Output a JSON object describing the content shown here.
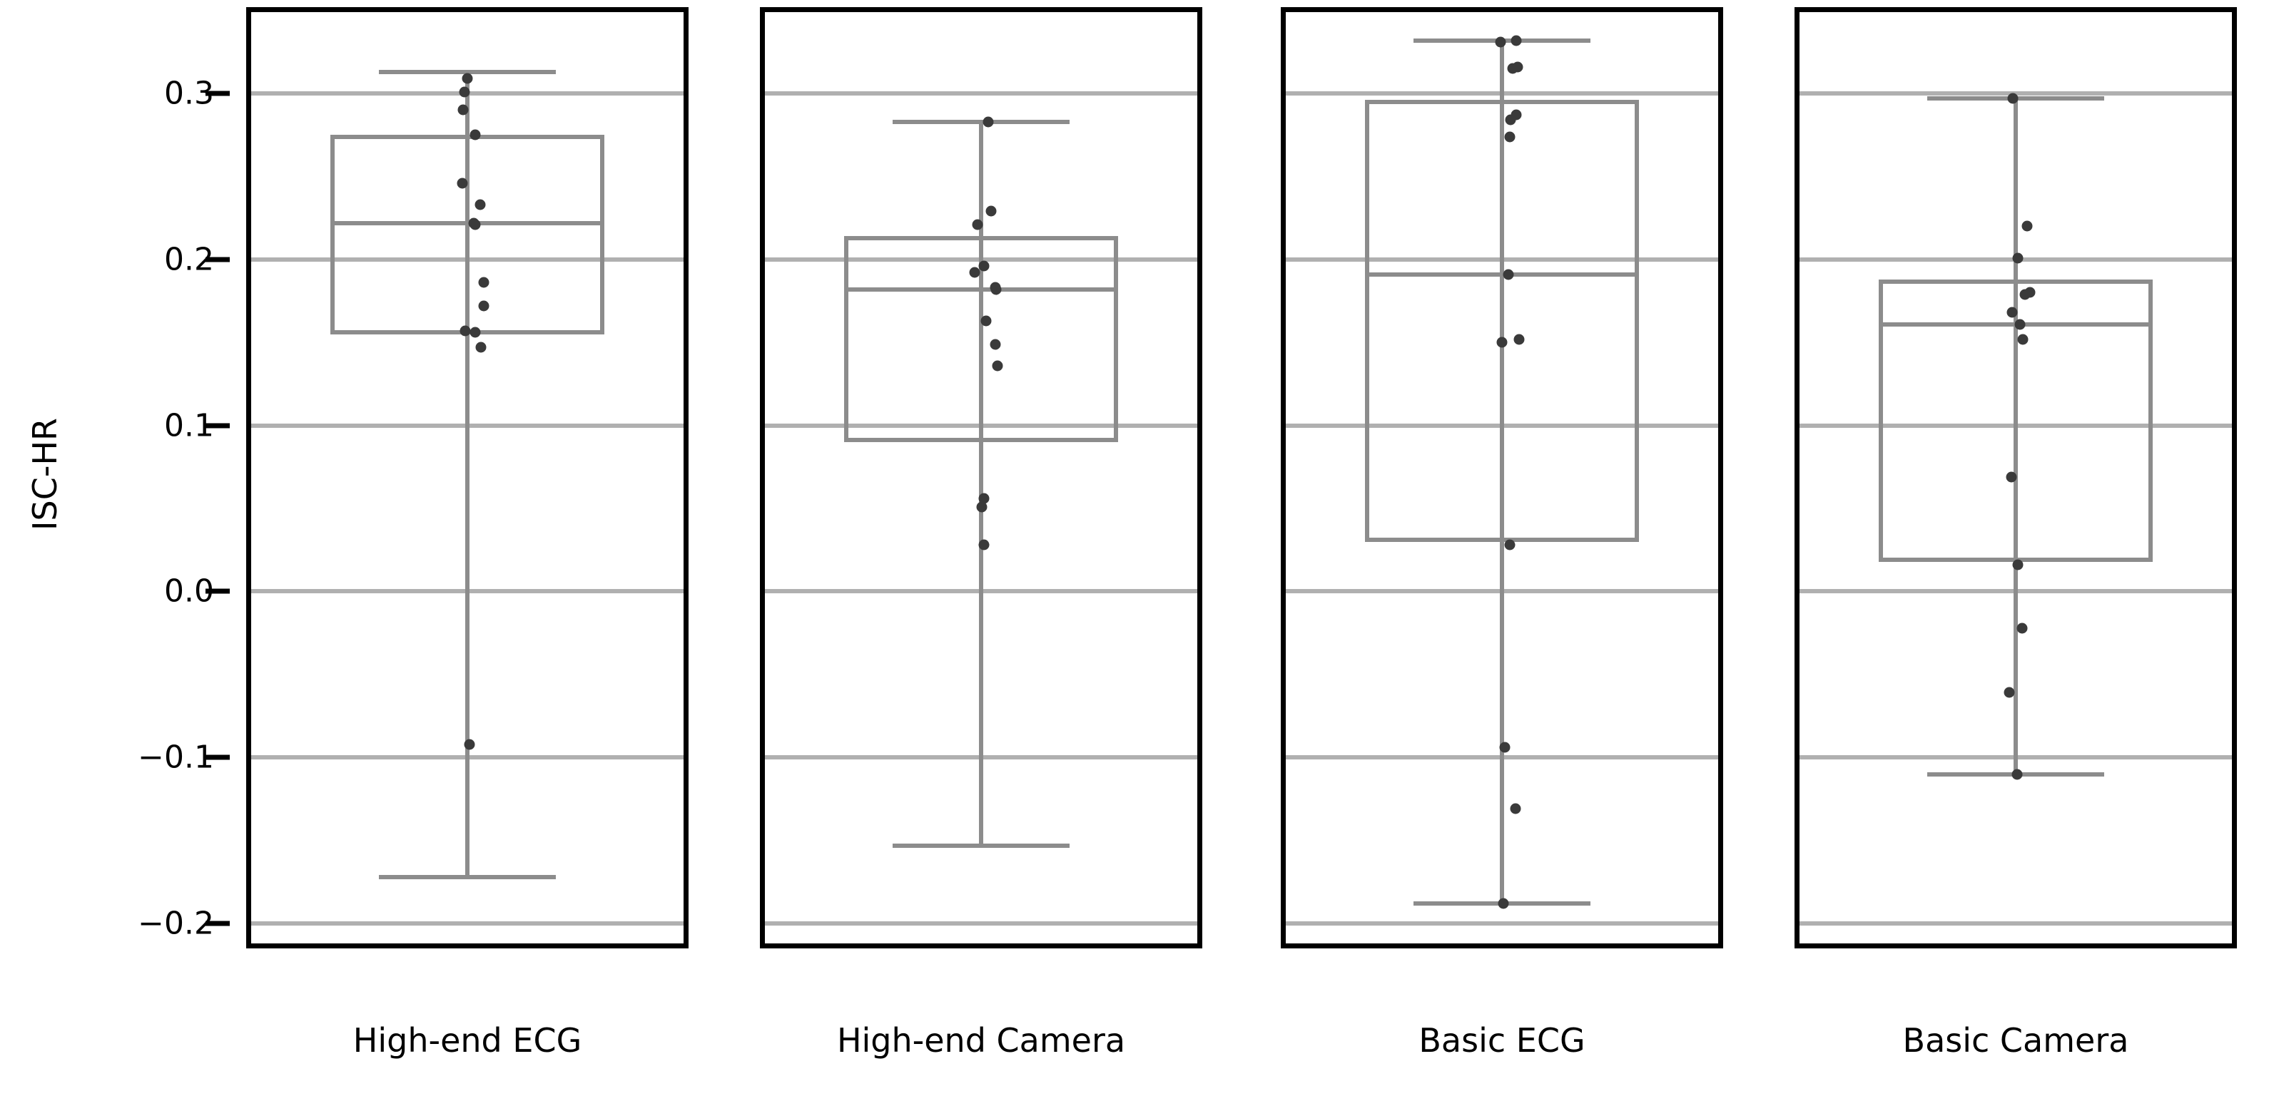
{
  "chart_data": {
    "type": "box",
    "title": "",
    "xlabel": "",
    "ylabel": "ISC-HR",
    "ylim": [
      -0.215,
      0.352
    ],
    "yticks": [
      0.3,
      0.2,
      0.1,
      0.0,
      -0.1,
      -0.2
    ],
    "ytick_labels": [
      "0.3",
      "0.2",
      "0.1",
      "0.0",
      "−0.1",
      "−0.2"
    ],
    "gridlines": [
      0.3,
      0.2,
      0.1,
      0.0,
      -0.1,
      -0.2
    ],
    "grid": true,
    "legend": "none",
    "categories": [
      "High-end ECG",
      "High-end Camera",
      "Basic ECG",
      "Basic Camera"
    ],
    "box_color": "#8c8c8c",
    "point_color": "#3a3a3a",
    "grid_color": "#b0b0b0",
    "axis_color": "#000000",
    "series": [
      {
        "name": "High-end ECG",
        "whisker_low": -0.172,
        "q1": 0.155,
        "median": 0.222,
        "q3": 0.275,
        "whisker_high": 0.313,
        "points": [
          0.309,
          0.301,
          0.29,
          0.275,
          0.246,
          0.233,
          0.222,
          0.221,
          0.186,
          0.172,
          0.157,
          0.156,
          0.147,
          -0.092
        ]
      },
      {
        "name": "High-end Camera",
        "whisker_low": -0.153,
        "q1": 0.09,
        "median": 0.182,
        "q3": 0.214,
        "whisker_high": 0.283,
        "points": [
          0.283,
          0.229,
          0.221,
          0.196,
          0.192,
          0.183,
          0.182,
          0.163,
          0.149,
          0.136,
          0.056,
          0.051,
          0.028
        ]
      },
      {
        "name": "Basic ECG",
        "whisker_low": -0.188,
        "q1": 0.03,
        "median": 0.191,
        "q3": 0.296,
        "whisker_high": 0.332,
        "points": [
          0.332,
          0.331,
          0.316,
          0.315,
          0.287,
          0.284,
          0.274,
          0.191,
          0.152,
          0.15,
          0.028,
          -0.094,
          -0.131,
          -0.188
        ]
      },
      {
        "name": "Basic Camera",
        "whisker_low": -0.11,
        "q1": 0.018,
        "median": 0.161,
        "q3": 0.188,
        "whisker_high": 0.297,
        "points": [
          0.297,
          0.22,
          0.201,
          0.18,
          0.179,
          0.168,
          0.161,
          0.152,
          0.069,
          0.016,
          -0.022,
          -0.061,
          -0.11
        ]
      }
    ]
  }
}
